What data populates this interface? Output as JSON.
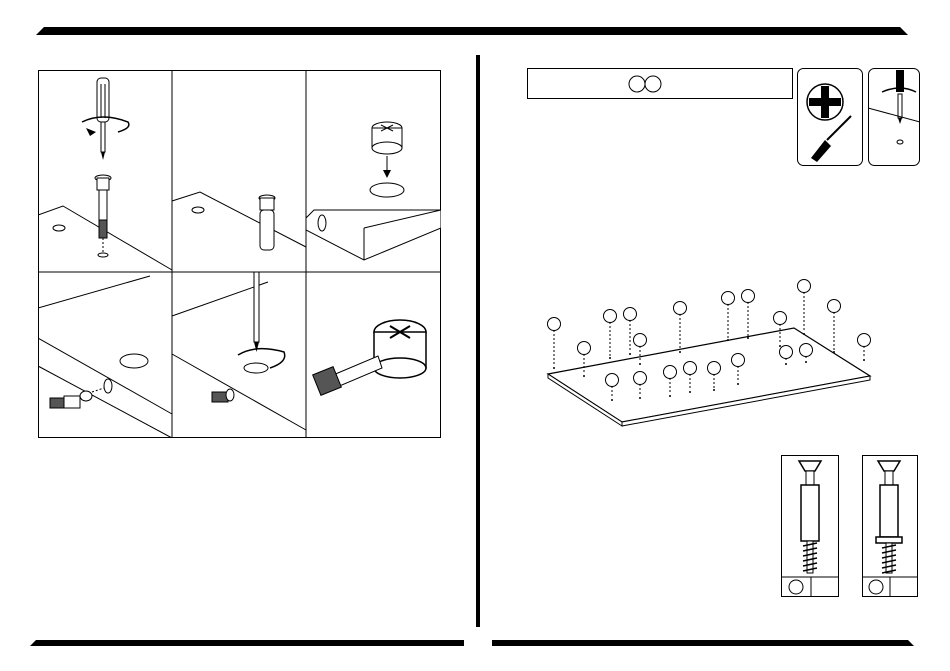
{
  "page": {
    "title_bar": {
      "text": ""
    },
    "left_panel": {
      "step_grid": {
        "rows": 2,
        "columns": 3,
        "cells": [
          {
            "id": "top-1",
            "caption": ""
          },
          {
            "id": "top-2",
            "caption": ""
          },
          {
            "id": "top-3",
            "caption": ""
          },
          {
            "id": "bottom-1",
            "caption": ""
          },
          {
            "id": "bottom-2",
            "caption": ""
          },
          {
            "id": "bottom-3",
            "caption": ""
          }
        ]
      }
    },
    "right_panel": {
      "header_box": {
        "text": "",
        "part_circles": [
          "",
          ""
        ]
      },
      "tool_callouts": [
        {
          "icon": "phillips-screwdriver-icon"
        },
        {
          "icon": "screwdriver-into-cam-bolt-icon"
        }
      ],
      "panel_diagram": {
        "part_label_circles": [
          "",
          "",
          "",
          "",
          "",
          "",
          "",
          "",
          "",
          "",
          "",
          "",
          "",
          "",
          "",
          "",
          "",
          "",
          "",
          ""
        ]
      },
      "fastener_boxes": [
        {
          "icon": "cam-bolt-short-icon",
          "label": ""
        },
        {
          "icon": "cam-bolt-flanged-icon",
          "label": ""
        }
      ]
    },
    "colors": {
      "ink": "#000000",
      "paper": "#ffffff",
      "shade": "#d9d9d9"
    }
  }
}
